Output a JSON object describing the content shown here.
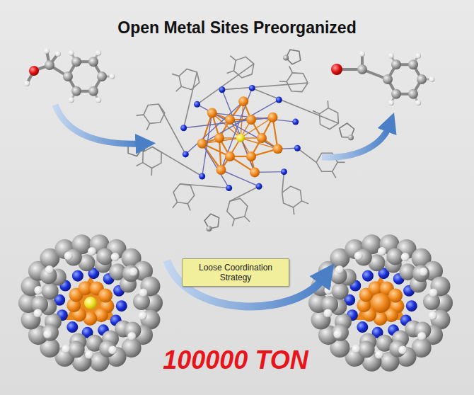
{
  "diagram": {
    "title": "Open Metal Sites Preorganized",
    "nodes": [
      {
        "text": [
          "Loose Coordination Strategy"
        ]
      }
    ],
    "labels": [
      "100000 TON"
    ]
  }
}
